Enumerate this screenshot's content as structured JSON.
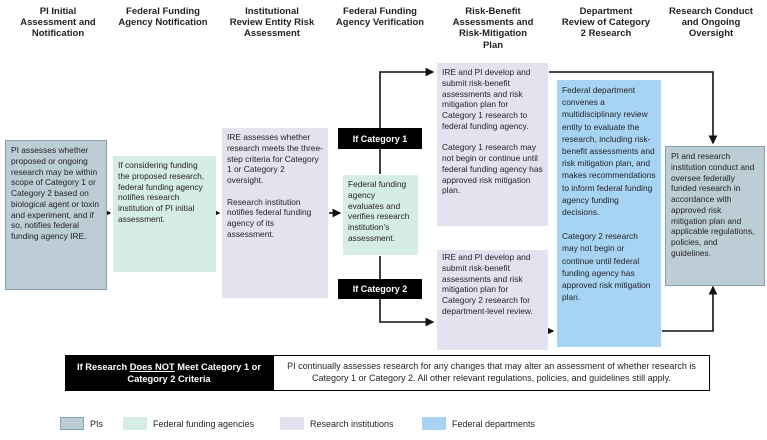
{
  "figure": {
    "columns": [
      {
        "title": "PI Initial\nAssessment and\nNotification"
      },
      {
        "title": "Federal Funding\nAgency Notification"
      },
      {
        "title": "Institutional\nReview Entity Risk\nAssessment"
      },
      {
        "title": "Federal Funding\nAgency Verification"
      },
      {
        "title": "Risk-Benefit\nAssessments and\nRisk-Mitigation\nPlan"
      },
      {
        "title": "Department\nReview of Category\n2 Research"
      },
      {
        "title": "Research Conduct\nand Ongoing\nOversight"
      }
    ]
  },
  "boxes": {
    "pi_initial": {
      "text": "PI assesses whether proposed or ongoing research may be within scope of Category 1 or Category 2 based on biological agent or toxin and experiment, and if so, notifies federal funding agency IRE."
    },
    "ffa_notification": {
      "text": "If considering funding the proposed research, federal funding agency notifies research institution of PI initial assessment."
    },
    "ire_assessment": {
      "text": "IRE assesses whether research meets the three-step criteria for Category 1 or Category 2 oversight.\n\nResearch institution notifies federal funding agency of its assessment."
    },
    "ffa_verification": {
      "text": "Federal funding agency evaluates and verifies research institution’s assessment."
    },
    "cat1_risk_benefit": {
      "text": "IRE and PI develop and submit risk-benefit assessments and risk mitigation plan for Category 1 research to federal funding agency.\n\nCategory 1 research may not begin or continue until federal funding agency has approved risk mitigation plan."
    },
    "cat2_risk_benefit": {
      "text": "IRE and PI develop and submit risk-benefit assessments and risk mitigation plan for Category 2 research for department-level review."
    },
    "dept_review": {
      "text": "Federal department convenes a multidisciplinary review entity to evaluate the research, including risk-benefit assessments and risk mitigation plan, and makes recommendations to inform federal funding agency funding decisions.\n\nCategory 2 research may not begin or continue until federal funding agency has approved risk mitigation plan."
    },
    "conduct_oversight": {
      "text": "PI and research institution conduct and oversee federally funded research in accordance with approved risk mitigation plan and applicable regulations, policies, and guidelines."
    }
  },
  "flow_labels": {
    "if_category_1": "If Category 1",
    "if_category_2": "If Category 2"
  },
  "bottom_bar": {
    "black_prefix": "If Research ",
    "black_underlined": "Does NOT",
    "black_suffix": " Meet Category 1 or Category 2 Criteria",
    "note": "PI continually assesses research for any changes that may alter an assessment of whether research is Category 1 or Category 2. All other relevant regulations, policies, and guidelines still apply."
  },
  "legend": {
    "items": [
      {
        "label": "PIs",
        "color": "#bccdd6"
      },
      {
        "label": "Federal funding agencies",
        "color": "#d6ede6"
      },
      {
        "label": "Research institutions",
        "color": "#e3e2ef"
      },
      {
        "label": "Federal departments",
        "color": "#a8d4f4"
      }
    ]
  },
  "colors": {
    "pi": "#bccdd6",
    "funding_agency": "#d6ede6",
    "research_institution": "#e3e2ef",
    "federal_department": "#a8d4f4",
    "connector": "#111111"
  }
}
